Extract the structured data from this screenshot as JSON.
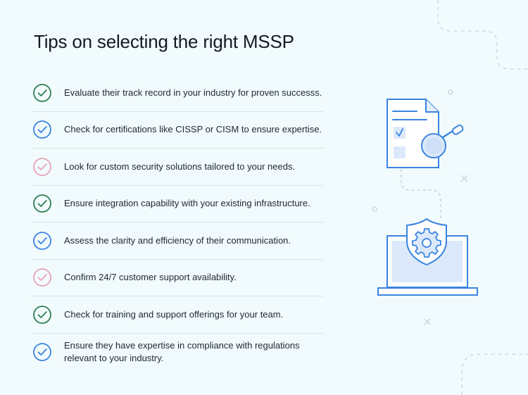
{
  "title": "Tips on selecting the right MSSP",
  "colors": {
    "background": "#f1fbfd",
    "green": "#2f7d52",
    "blue": "#3b82e0",
    "pink": "#e8a2b4",
    "illustration_blue": "#3a84e0"
  },
  "tips": [
    {
      "text": "Evaluate their track record in your industry for proven successs.",
      "icon": "check-circle-icon",
      "color": "green"
    },
    {
      "text": "Check for certifications like CISSP or CISM to ensure expertise.",
      "icon": "check-circle-icon",
      "color": "blue"
    },
    {
      "text": "Look for custom security solutions tailored to your needs.",
      "icon": "check-circle-icon",
      "color": "pink"
    },
    {
      "text": "Ensure integration capability with your existing infrastructure.",
      "icon": "check-circle-icon",
      "color": "green"
    },
    {
      "text": "Assess the clarity and efficiency of their communication.",
      "icon": "check-circle-icon",
      "color": "blue"
    },
    {
      "text": "Confirm 24/7 customer support availability.",
      "icon": "check-circle-icon",
      "color": "pink"
    },
    {
      "text": "Check for training and support offerings for your team.",
      "icon": "check-circle-icon",
      "color": "green"
    },
    {
      "text": "Ensure they have expertise in compliance with regulations relevant to your industry.",
      "icon": "check-circle-icon",
      "color": "blue"
    }
  ],
  "illustration": {
    "document_icon": "document-search-icon",
    "laptop_icon": "laptop-shield-gear-icon"
  }
}
